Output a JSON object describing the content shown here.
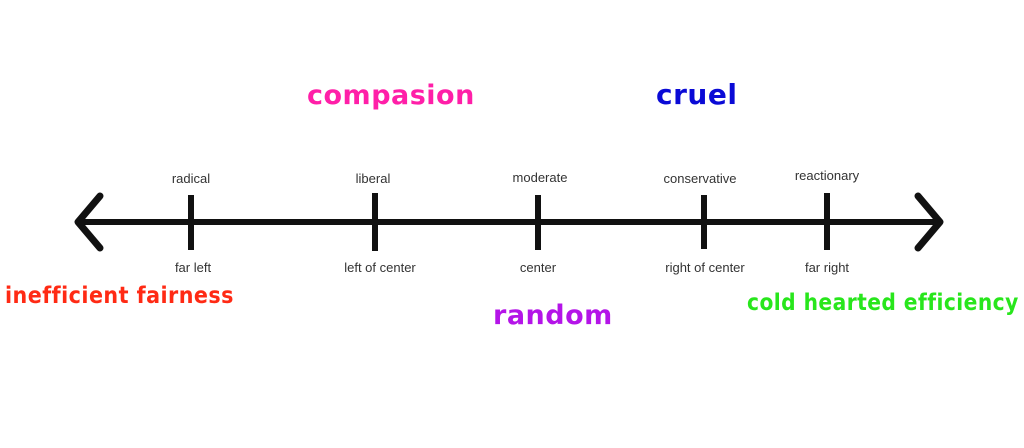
{
  "colors": {
    "line": "#111111",
    "compasion": "#ff1fa8",
    "cruel": "#0a0ad6",
    "inefficient": "#ff2a14",
    "random": "#b414e8",
    "cold": "#28e61c"
  },
  "ticks": [
    {
      "top": "radical",
      "bottom": "far left"
    },
    {
      "top": "liberal",
      "bottom": "left of center"
    },
    {
      "top": "moderate",
      "bottom": "center"
    },
    {
      "top": "conservative",
      "bottom": "right of center"
    },
    {
      "top": "reactionary",
      "bottom": "far right"
    }
  ],
  "annotations": {
    "compasion": "compasion",
    "cruel": "cruel",
    "inefficient": "inefficient fairness",
    "random": "random",
    "cold": "cold hearted efficiency"
  }
}
